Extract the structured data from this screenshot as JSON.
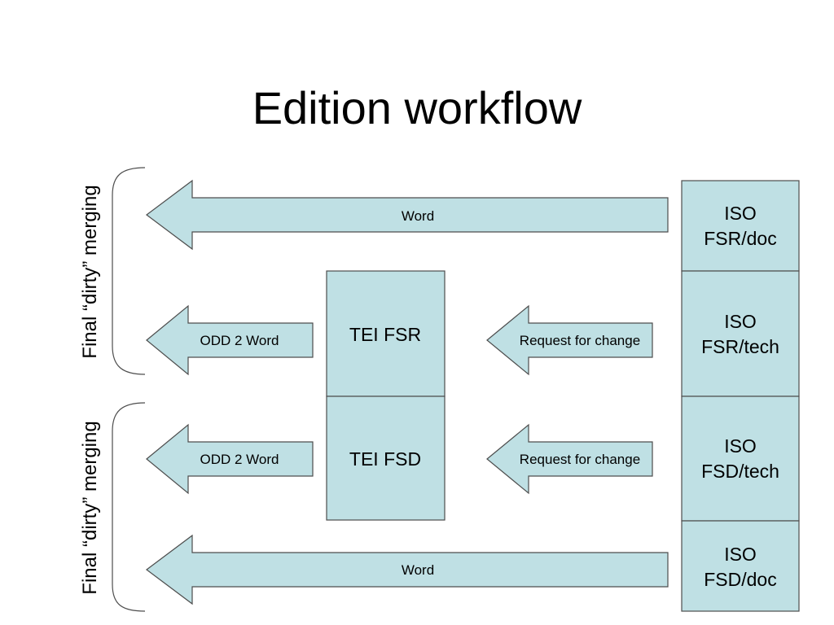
{
  "title": "Edition workflow",
  "side_labels": {
    "top": "Final “dirty” merging",
    "bottom": "Final “dirty” merging"
  },
  "arrows": {
    "word_top": "Word",
    "odd_top": "ODD 2 Word",
    "request_top": "Request for change",
    "odd_bottom": "ODD 2 Word",
    "request_bottom": "Request for change",
    "word_bottom": "Word"
  },
  "tei_boxes": {
    "fsr": "TEI FSR",
    "fsd": "TEI FSD"
  },
  "iso_boxes": {
    "fsr_doc": [
      "ISO",
      "FSR/doc"
    ],
    "fsr_tech": [
      "ISO",
      "FSR/tech"
    ],
    "fsd_tech": [
      "ISO",
      "FSD/tech"
    ],
    "fsd_doc": [
      "ISO",
      "FSD/doc"
    ]
  },
  "colors": {
    "fill": "#bfe0e4",
    "stroke": "#4d4d4d"
  }
}
